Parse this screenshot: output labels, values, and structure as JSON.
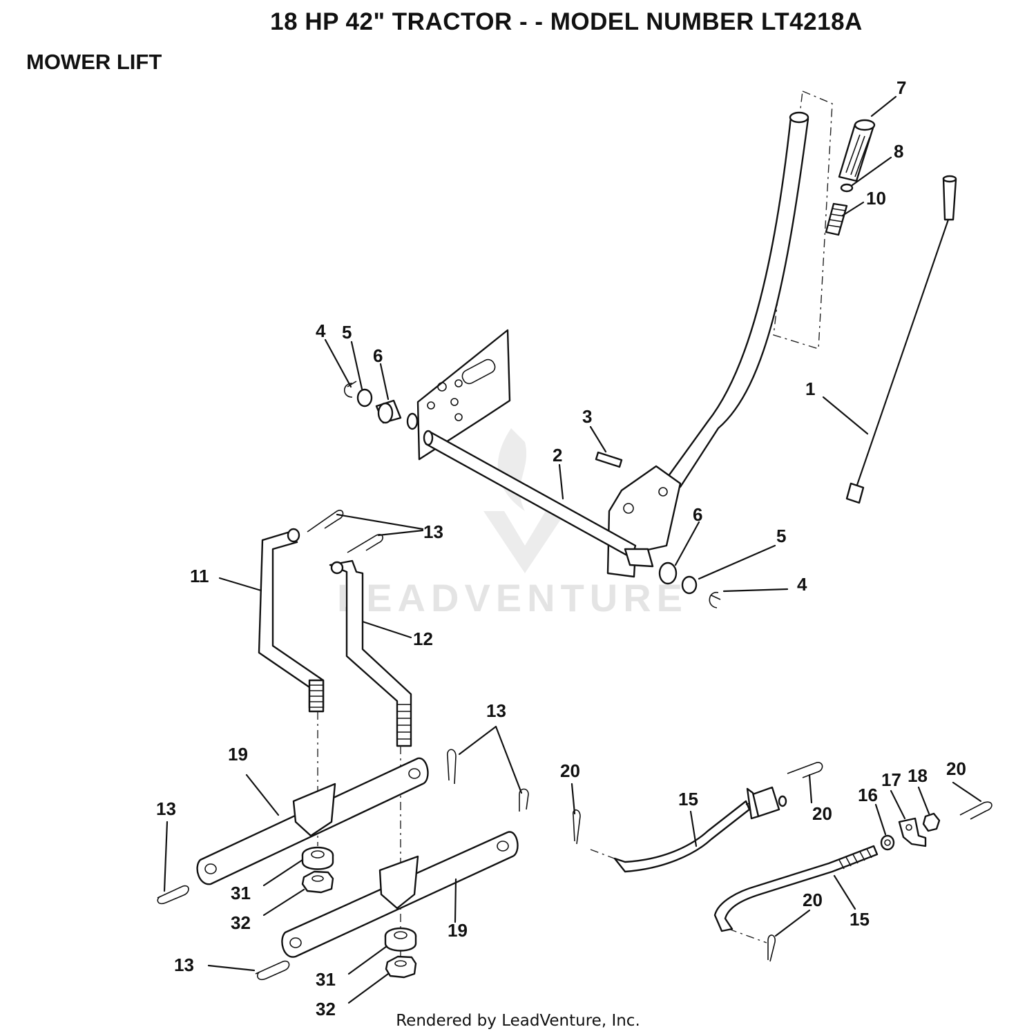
{
  "header": {
    "title": "18 HP 42\" TRACTOR - - MODEL NUMBER LT4218A",
    "section": "MOWER LIFT"
  },
  "footer": {
    "text": "Rendered by LeadVenture, Inc."
  },
  "watermark": {
    "text": "LEADVENTURE"
  },
  "callouts": {
    "c7": "7",
    "c8": "8",
    "c10": "10",
    "c1": "1",
    "c4a": "4",
    "c5a": "5",
    "c6a": "6",
    "c3": "3",
    "c2": "2",
    "c6b": "6",
    "c5b": "5",
    "c4b": "4",
    "c13a": "13",
    "c11": "11",
    "c12": "12",
    "c13b": "13",
    "c19a": "19",
    "c13c": "13",
    "c31a": "31",
    "c32a": "32",
    "c19b": "19",
    "c13d": "13",
    "c31b": "31",
    "c32b": "32",
    "c20a": "20",
    "c15a": "15",
    "c20b": "20",
    "c16": "16",
    "c17": "17",
    "c18": "18",
    "c20c": "20",
    "c20d": "20",
    "c15b": "15"
  }
}
